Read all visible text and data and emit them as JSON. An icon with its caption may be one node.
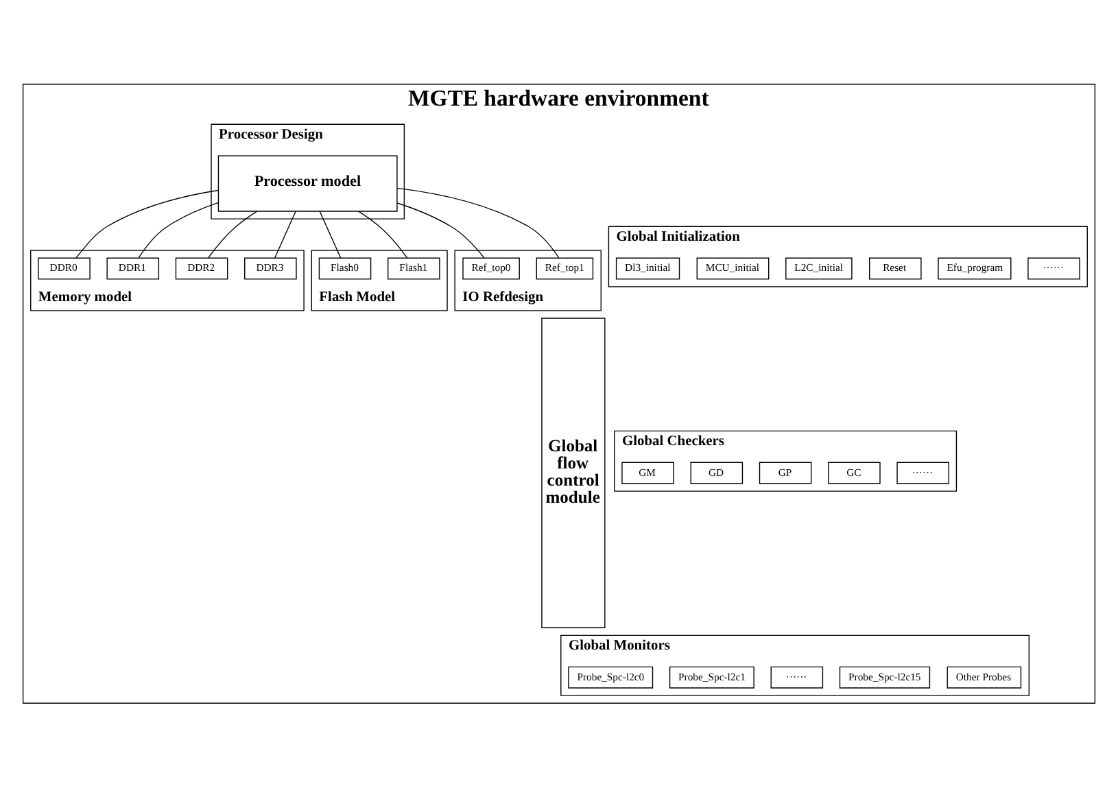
{
  "diagram": {
    "nodes": [
      {
        "text": [
          "MGTE hardware environment"
        ]
      },
      {
        "text": [
          "Global flow control module"
        ],
        "in": 0
      },
      {
        "text": [
          "Processor Design"
        ],
        "in": 0
      },
      {
        "text": [
          "Processor model"
        ],
        "in": 2
      },
      {
        "text": [
          "Memory model"
        ],
        "in": 0
      },
      {
        "text": [
          "DDR0"
        ],
        "in": 4
      },
      {
        "text": [
          "DDR1"
        ],
        "in": 4
      },
      {
        "text": [
          "DDR2"
        ],
        "in": 4
      },
      {
        "text": [
          "DDR3"
        ],
        "in": 4
      },
      {
        "text": [
          "Flash Model"
        ],
        "in": 0
      },
      {
        "text": [
          "Flash0"
        ],
        "in": 9
      },
      {
        "text": [
          "Flash1"
        ],
        "in": 9
      },
      {
        "text": [
          "IO Refdesign"
        ],
        "in": 0
      },
      {
        "text": [
          "Ref_top0"
        ],
        "in": 12
      },
      {
        "text": [
          "Ref_top1"
        ],
        "in": 12
      },
      {
        "text": [
          "Global Initialization"
        ],
        "in": 0
      },
      {
        "text": [
          "Dl3_initial"
        ],
        "in": 15
      },
      {
        "text": [
          "MCU_initial"
        ],
        "in": 15
      },
      {
        "text": [
          "L2C_initial"
        ],
        "in": 15
      },
      {
        "text": [
          "Reset"
        ],
        "in": 15
      },
      {
        "text": [
          "Efu_program"
        ],
        "in": 15
      },
      {
        "text": [
          "······"
        ],
        "in": 15
      },
      {
        "text": [
          "Global Checkers"
        ],
        "in": 0
      },
      {
        "text": [
          "GM"
        ],
        "in": 22
      },
      {
        "text": [
          "GD"
        ],
        "in": 22
      },
      {
        "text": [
          "GP"
        ],
        "in": 22
      },
      {
        "text": [
          "GC"
        ],
        "in": 22
      },
      {
        "text": [
          "······"
        ],
        "in": 22
      },
      {
        "text": [
          "Global Monitors"
        ],
        "in": 0
      },
      {
        "text": [
          "Probe_Spc-l2c0"
        ],
        "in": 28
      },
      {
        "text": [
          "Probe_Spc-l2c1"
        ],
        "in": 28
      },
      {
        "text": [
          "······"
        ],
        "in": 28
      },
      {
        "text": [
          "Probe_Spc-l2c15"
        ],
        "in": 28
      },
      {
        "text": [
          "Other Probes"
        ],
        "in": 28
      }
    ],
    "edges": [
      {
        "from": 3,
        "to": 5,
        "arrow": "none"
      },
      {
        "from": 3,
        "to": 6,
        "arrow": "none"
      },
      {
        "from": 3,
        "to": 7,
        "arrow": "none"
      },
      {
        "from": 3,
        "to": 8,
        "arrow": "none"
      },
      {
        "from": 3,
        "to": 10,
        "arrow": "none"
      },
      {
        "from": 3,
        "to": 11,
        "arrow": "none"
      },
      {
        "from": 3,
        "to": 13,
        "arrow": "none"
      },
      {
        "from": 3,
        "to": 14,
        "arrow": "none"
      }
    ]
  }
}
